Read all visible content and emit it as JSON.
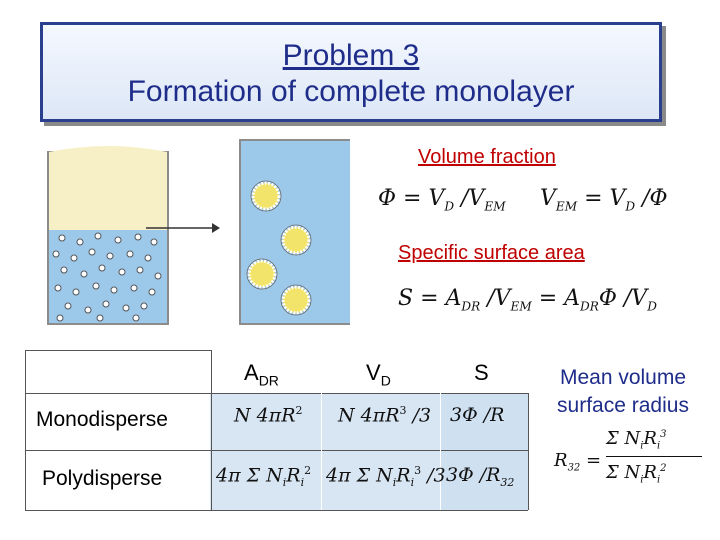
{
  "title": {
    "line1": "Problem 3",
    "line2": "Formation of complete monolayer"
  },
  "volume_fraction": {
    "heading": "Volume fraction",
    "formula_left": "Φ = V_D / V_EM",
    "formula_right": "V_EM = V_D / Φ"
  },
  "specific_surface_area": {
    "heading": "Specific surface area",
    "formula": "S = A_DR / V_EM = A_DR Φ / V_D"
  },
  "table": {
    "col_headers": {
      "adr": "A",
      "adr_sub": "DR",
      "vd": "V",
      "vd_sub": "D",
      "s": "S"
    },
    "rows": [
      {
        "label": "Monodisperse",
        "adr": "N 4πR²",
        "vd": "N 4πR³ / 3",
        "s": "3Φ / R"
      },
      {
        "label": "Polydisperse",
        "adr": "4π Σ NᵢRᵢ²",
        "vd": "4π Σ NᵢRᵢ³ / 3",
        "s": "3Φ / R₃₂"
      }
    ]
  },
  "mean_volume_surface_radius": {
    "line1": "Mean volume",
    "line2": "surface radius",
    "formula": "R₃₂ = Σ NᵢRᵢ³ / Σ NᵢRᵢ²"
  },
  "colors": {
    "title_text": "#1f2d8a",
    "title_border": "#2b3f8f",
    "heading_red": "#c00000",
    "liquid_blue": "#9cc8ea",
    "oil_yellow": "#f7f0c6",
    "table_fill": "#d8e6f3",
    "droplet_yellow": "#f2e46a"
  }
}
